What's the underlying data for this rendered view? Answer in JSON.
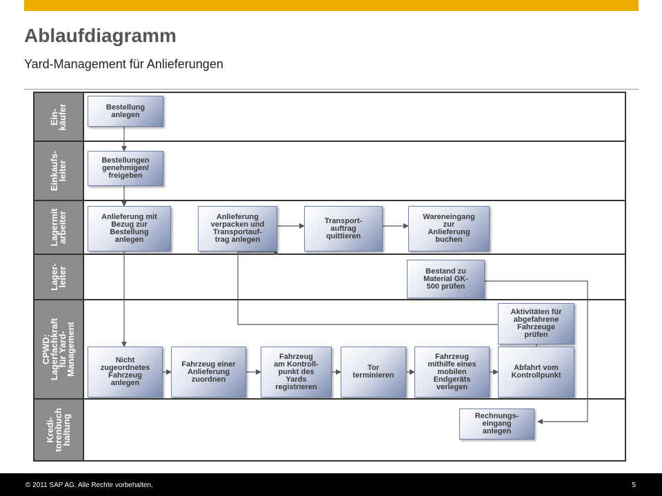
{
  "header": {
    "title": "Ablaufdiagramm",
    "subtitle": "Yard-Management für Anlieferungen"
  },
  "lanes": [
    {
      "label": "Ein-\nkäufer"
    },
    {
      "label": "Einkaufs-\nleiter"
    },
    {
      "label": "Lagermit\narbeiter"
    },
    {
      "label": "Lager-\nleiter"
    },
    {
      "label": "CPWD:\nLagerfachkraft\nfür Yard-\nManagement"
    },
    {
      "label": "Kredi-\ntorenbuch\nhaltung"
    }
  ],
  "steps": {
    "bestellung_anlegen": "Bestellung\nanlegen",
    "bestellungen_genehmigen": "Bestellungen\ngenehmigen/\nfreigeben",
    "anlieferung_mit_bezug": "Anlieferung mit\nBezug zur\nBestellung\nanlegen",
    "anlieferung_verpacken": "Anlieferung\nverpacken und\nTransportauf-\ntrag anlegen",
    "transportauftrag_quittieren": "Transport-\nauftrag\nquittieren",
    "wareneingang_buchen": "Wareneingang\nzur\nAnlieferung\nbuchen",
    "bestand_pruefen": "Bestand zu\nMaterial GK-\n500 prüfen",
    "aktivitaeten_pruefen": "Aktivitäten für\nabgefahrene\nFahrzeuge\nprüfen",
    "nicht_zugeordnetes_fahrzeug": "Nicht\nzugeordnetes\nFahrzeug\nanlegen",
    "fahrzeug_zuordnen": "Fahrzeug einer\nAnlieferung\nzuordnen",
    "fahrzeug_registrieren": "Fahrzeug\nam Kontroll-\npunkt des\nYards\nregistrieren",
    "tor_terminieren": "Tor\nterminieren",
    "fahrzeug_verlegen": "Fahrzeug\nmithilfe eines\nmobilen\nEndgeräts\nverlegen",
    "abfahrt_kontrollpunkt": "Abfahrt vom\nKontrollpunkt",
    "rechnungseingang_anlegen": "Rechnungs-\neingang\nanlegen"
  },
  "footer": {
    "copyright": "© 2011 SAP AG. Alle Rechte vorbehalten.",
    "page_number": "5"
  },
  "colors": {
    "accent_bar": "#f0ab00",
    "lane_label_bg": "#8c8c8c",
    "box_border": "#6f7fa8",
    "footer_bg": "#000000"
  }
}
